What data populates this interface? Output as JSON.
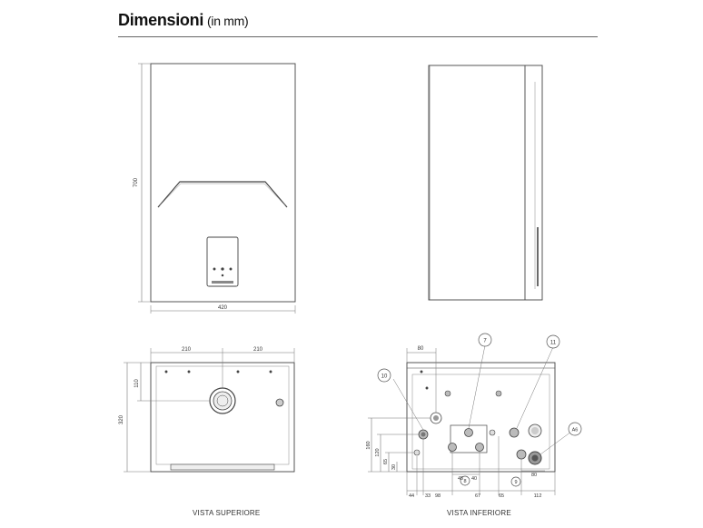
{
  "header": {
    "title": "Dimensioni",
    "unit": "(in mm)"
  },
  "front": {
    "height_label": "700",
    "width_label": "420"
  },
  "top_view": {
    "caption": "VISTA SUPERIORE",
    "dim_left": "210",
    "dim_right": "210",
    "dim_depth": "320",
    "dim_offset": "110"
  },
  "bottom_view": {
    "caption": "VISTA INFERIORE",
    "top_dim": "80",
    "callouts": {
      "c7": "7",
      "c10": "10",
      "c11": "11",
      "a6": "A6",
      "c8": "8",
      "c9": "9"
    },
    "vert_dims": [
      "160",
      "120",
      "65",
      "30"
    ],
    "bottom_dims": [
      "44",
      "33",
      "98",
      "40",
      "67",
      "65",
      "112"
    ],
    "inner_dims": [
      "45",
      "80"
    ]
  },
  "colors": {
    "line": "#444444",
    "thin": "#777777",
    "fill": "#f4f4f4"
  }
}
